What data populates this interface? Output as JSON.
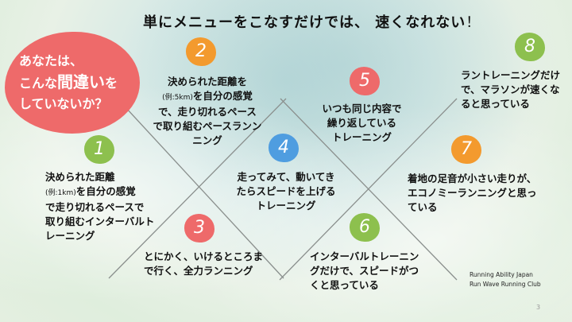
{
  "title": {
    "main": "単にメニューをこなすだけでは、 速くなれない",
    "exclaim": "！"
  },
  "hero": {
    "line1": "あなたは、",
    "line2a": "こんな",
    "line2b": "間違い",
    "line2c": "を",
    "line3": "していないか？"
  },
  "items": [
    {
      "num": "1",
      "color": "#8dc04e",
      "lines": [
        "決められた距離",
        "(例:1km)",
        "を自分の感覚",
        "で走り切れるペースで",
        "取り組むインターバルト",
        "レーニング"
      ]
    },
    {
      "num": "2",
      "color": "#f39a2e",
      "lines": [
        "決められた距離を",
        "(例:5km)",
        "を自分の感覚",
        "で、走り切れるペース",
        "で取り組むペースランン",
        "ニング"
      ]
    },
    {
      "num": "3",
      "color": "#ee6a6a",
      "lines": [
        "とにかく、いけるところま",
        "で行く、全力ランニング"
      ]
    },
    {
      "num": "4",
      "color": "#4f9de0",
      "lines": [
        "走ってみて、動いてき",
        "たらスピードを上げる",
        "トレーニング"
      ]
    },
    {
      "num": "5",
      "color": "#ee6a6a",
      "lines": [
        "いつも同じ内容で",
        "繰り返している",
        "トレーニング"
      ]
    },
    {
      "num": "6",
      "color": "#8dc04e",
      "lines": [
        "インターバルトレーニン",
        "グだけで、スピードがつ",
        "くと思っている"
      ]
    },
    {
      "num": "7",
      "color": "#f39a2e",
      "lines": [
        "着地の足音が小さい走りが、",
        "エコノミーランニングと思っ",
        "ている"
      ]
    },
    {
      "num": "8",
      "color": "#8dc04e",
      "lines": [
        "ラントレーニングだけ",
        "で、マラソンが速くな",
        "ると思っている"
      ]
    }
  ],
  "credit": {
    "line1": "Running Ability Japan",
    "line2": "Run Wave Running Club"
  },
  "page_number": "3"
}
